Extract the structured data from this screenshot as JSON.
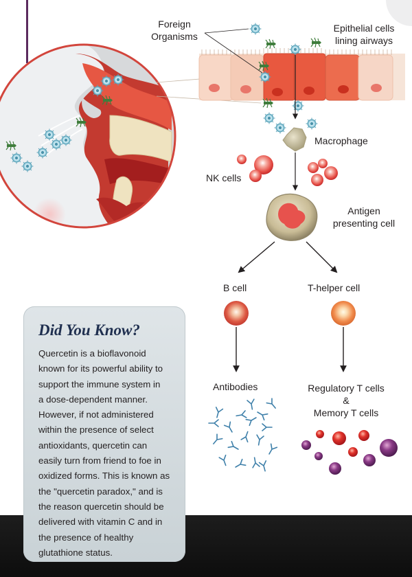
{
  "labels": {
    "foreign_organisms": [
      "Foreign",
      "Organisms"
    ],
    "epithelial_cells": [
      "Epithelial cells",
      "lining airways"
    ],
    "macrophage": "Macrophage",
    "nk_cells": "NK cells",
    "apc": [
      "Antigen",
      "presenting cell"
    ],
    "b_cell": "B cell",
    "t_helper_cell": "T-helper cell",
    "antibodies": "Antibodies",
    "t_cells": [
      "Regulatory T cells",
      "&",
      "Memory T cells"
    ]
  },
  "did_you_know": {
    "title": "Did You Know?",
    "lines": [
      "Quercetin is a bioflavonoid",
      "known for its powerful ability to",
      "support the immune system in",
      "a dose-dependent manner.",
      "However, if not administered",
      "within the presence of select",
      "antioxidants, quercetin can",
      "easily turn from friend to foe in",
      "oxidized forms. This is known as",
      "the \"quercetin paradox,\" and is",
      "the reason quercetin should be",
      "delivered with vitamin C and in",
      "the presence of healthy",
      "glutathione status."
    ]
  },
  "colors": {
    "page_background": "#ffffff",
    "bottom_band": "#121212",
    "accent_purple": "#5b2a5e",
    "magnifier_ring": "#d2453c",
    "epithelial_red": "#e8583f",
    "epithelial_pale": "#f6d2bf",
    "b_cell": "#d64a3a",
    "t_helper_cell": "#f08a4b",
    "antibody_blue": "#3d7fa9",
    "memory_t_red": "#d42e2e",
    "memory_t_purple": "#7a2f7a",
    "card_title": "#1f2f4f"
  }
}
